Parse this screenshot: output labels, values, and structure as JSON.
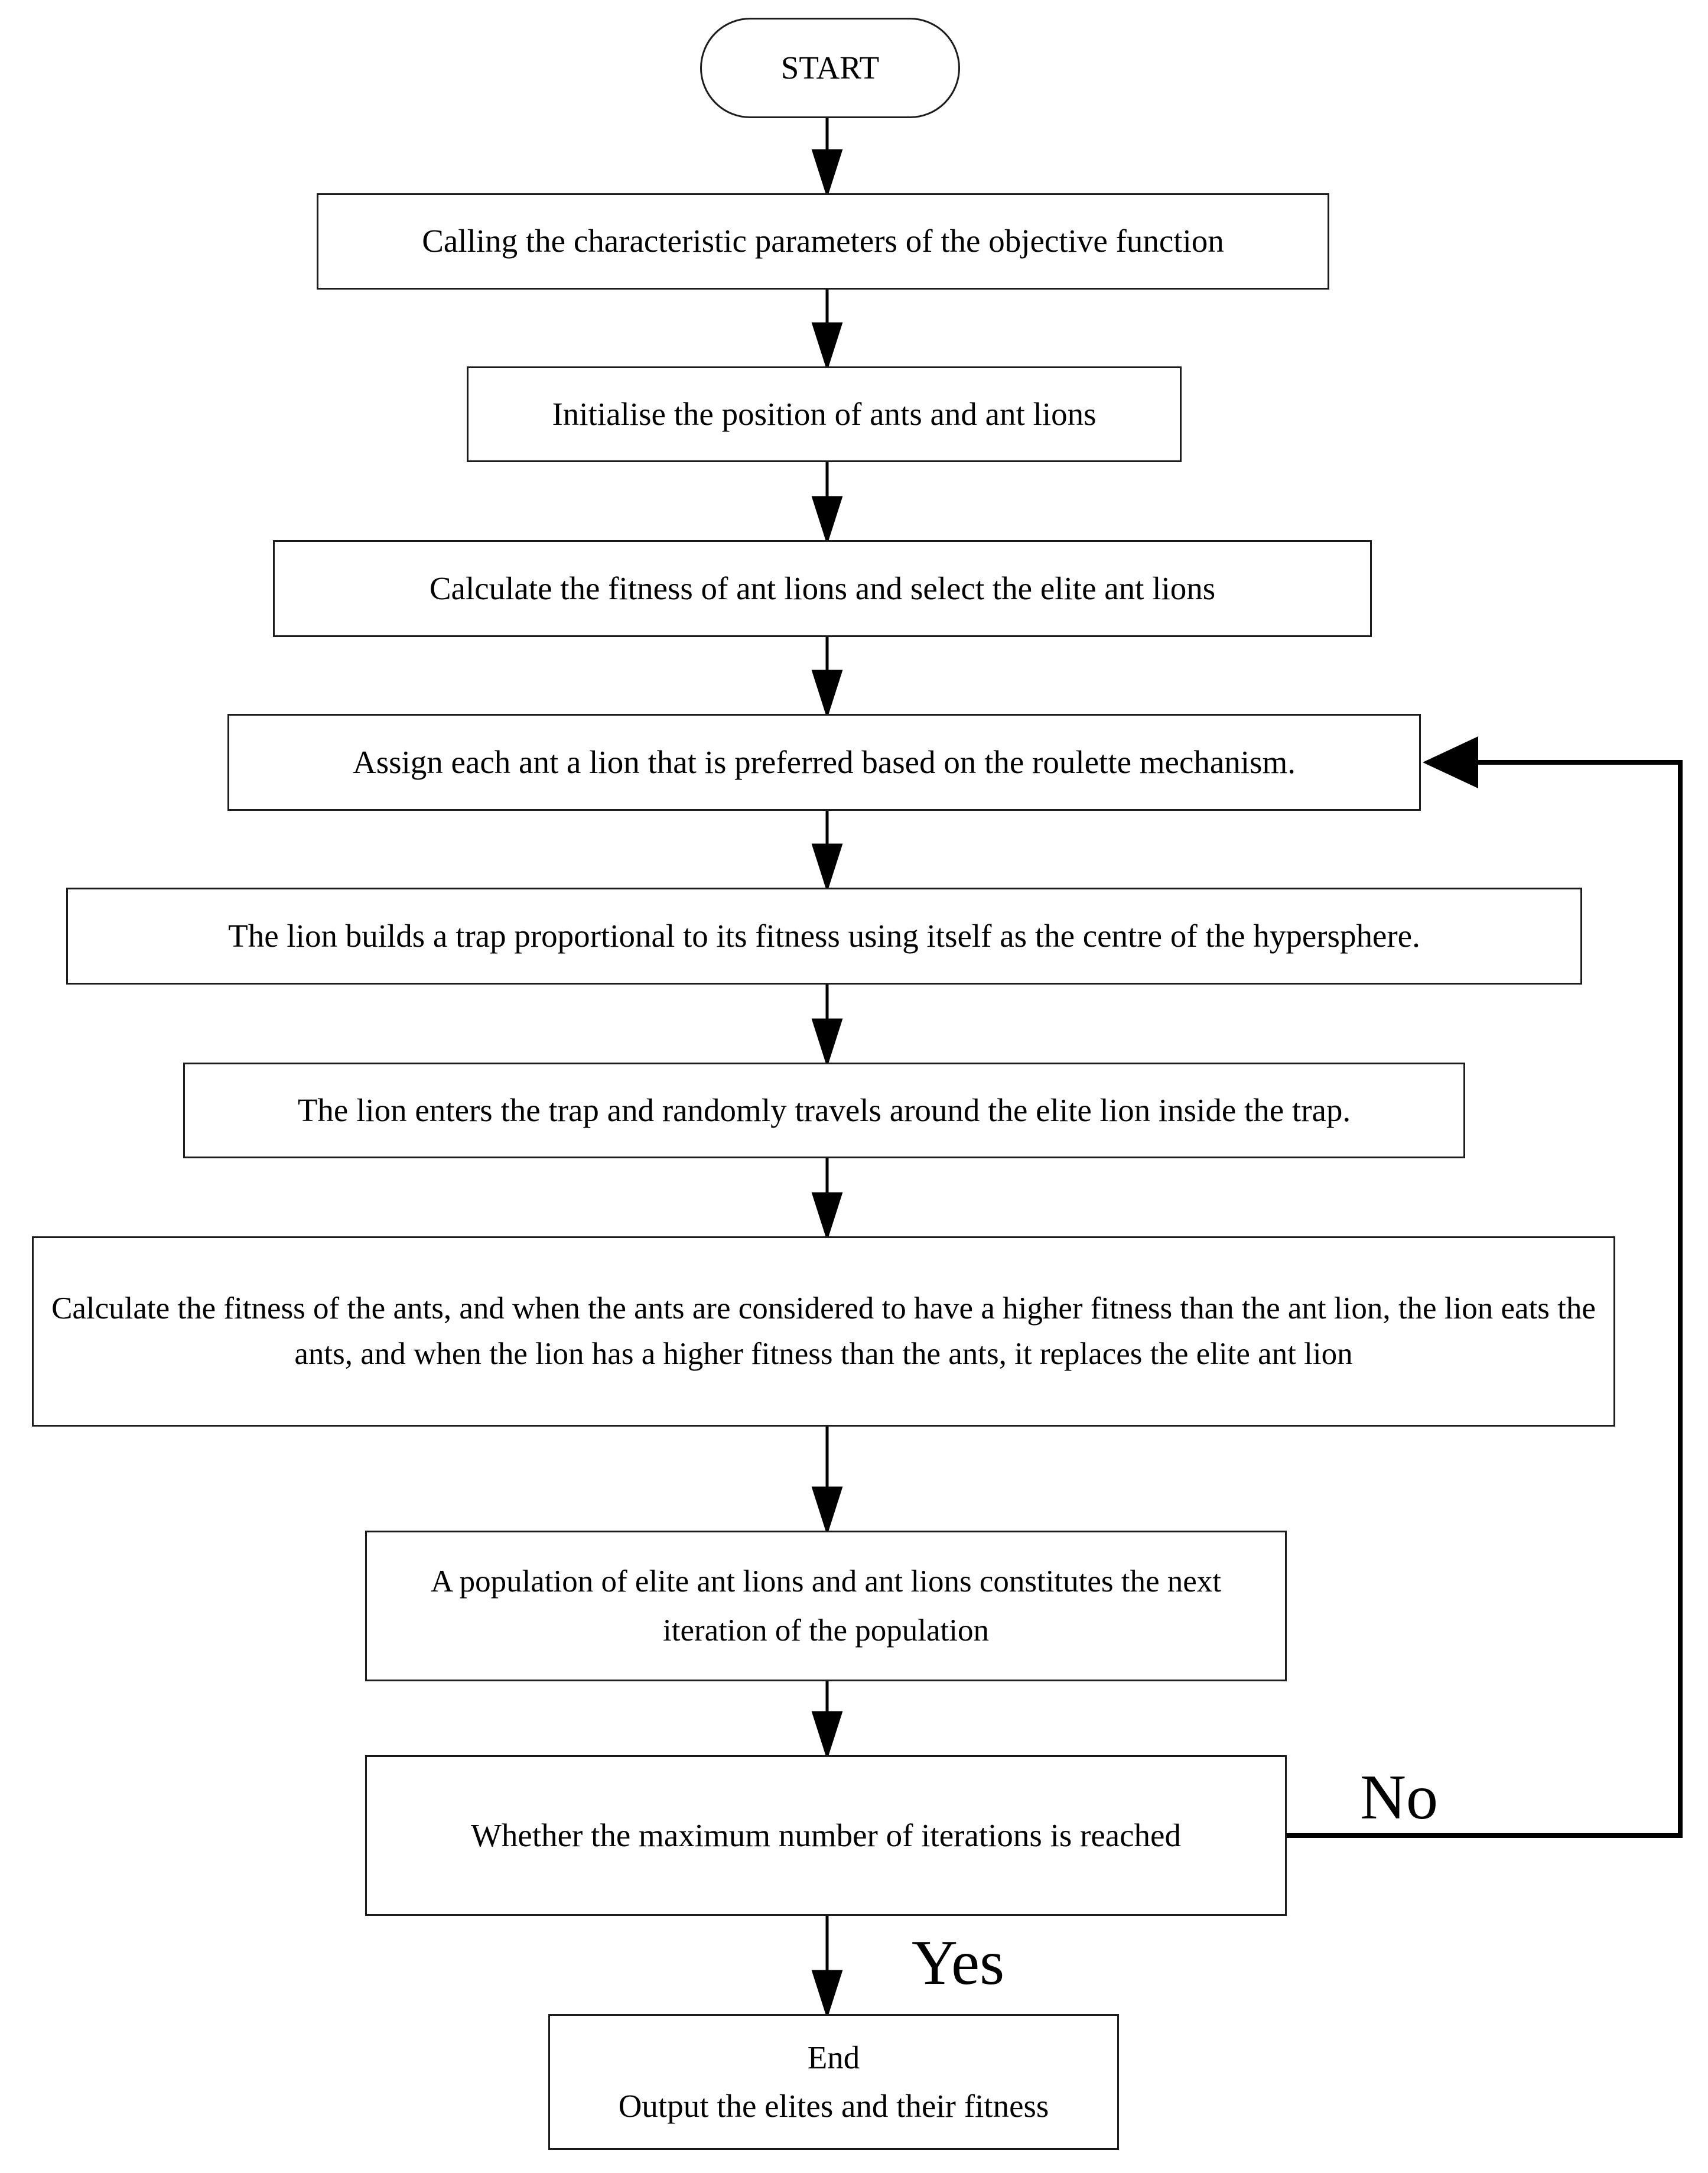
{
  "flowchart": {
    "start": "START",
    "steps": [
      {
        "text": "Calling the characteristic parameters of the objective function"
      },
      {
        "text": "Initialise the position of ants and ant lions"
      },
      {
        "text": "Calculate the fitness of ant lions and select the elite ant lions"
      },
      {
        "text": "Assign each ant a lion that is preferred based on the roulette mechanism."
      },
      {
        "text": "The lion builds a trap proportional to its fitness using itself as the centre of the hypersphere."
      },
      {
        "text": "The lion enters the trap and randomly travels around the elite lion inside the trap."
      },
      {
        "text": "Calculate the fitness of the ants, and when the ants are considered to have a higher fitness than the ant lion, the lion eats the ants, and when the lion has a higher fitness than the ants, it replaces the elite ant lion"
      },
      {
        "text": "A population of elite ant lions and ant lions constitutes the next iteration of the population"
      }
    ],
    "decision": {
      "text": "Whether the maximum number of iterations is reached",
      "no_label": "No",
      "yes_label": "Yes"
    },
    "end": {
      "title": "End",
      "subtitle": "Output the elites and their fitness"
    },
    "colors": {
      "line": "#000000",
      "box_border": "#1c1c1c",
      "background": "#ffffff",
      "text": "#000000"
    }
  }
}
